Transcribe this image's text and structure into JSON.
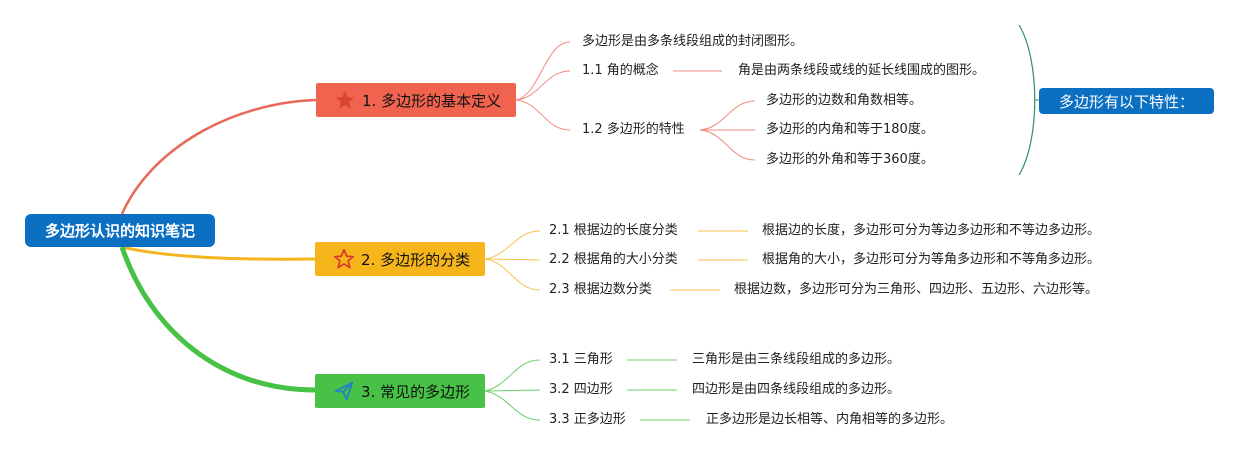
{
  "root": {
    "label": "多边形认识的知识笔记"
  },
  "branches": [
    {
      "label": "1. 多边形的基本定义",
      "icon": "star-filled-icon",
      "color": "#f0634f",
      "items": [
        {
          "label": "多边形是由多条线段组成的封闭图形。"
        },
        {
          "label": "1.1 角的概念",
          "detail": "角是由两条线段或线的延长线围成的图形。"
        },
        {
          "label": "1.2 多边形的特性",
          "details": [
            "多边形的边数和角数相等。",
            "多边形的内角和等于180度。",
            "多边形的外角和等于360度。"
          ]
        }
      ]
    },
    {
      "label": "2. 多边形的分类",
      "icon": "star-outline-icon",
      "color": "#f6b51b",
      "items": [
        {
          "label": "2.1 根据边的长度分类",
          "detail": "根据边的长度，多边形可分为等边多边形和不等边多边形。"
        },
        {
          "label": "2.2 根据角的大小分类",
          "detail": "根据角的大小，多边形可分为等角多边形和不等角多边形。"
        },
        {
          "label": "2.3 根据边数分类",
          "detail": "根据边数，多边形可分为三角形、四边形、五边形、六边形等。"
        }
      ]
    },
    {
      "label": "3. 常见的多边形",
      "icon": "paper-plane-icon",
      "color": "#47c246",
      "items": [
        {
          "label": "3.1 三角形",
          "detail": "三角形是由三条线段组成的多边形。"
        },
        {
          "label": "3.2 四边形",
          "detail": "四边形是由四条线段组成的多边形。"
        },
        {
          "label": "3.3 正多边形",
          "detail": "正多边形是边长相等、内角相等的多边形。"
        }
      ]
    }
  ],
  "summary": {
    "label": "多边形有以下特性：",
    "bracket_color": "#2f8f6a"
  }
}
